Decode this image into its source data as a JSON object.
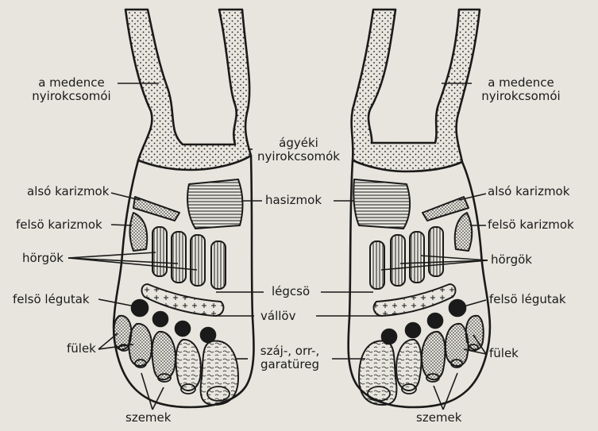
{
  "labels": {
    "pelvis_left": "a medence nyirokcsomói",
    "pelvis_right": "a medence nyirokcsomói",
    "lumbar": "ágyéki nyirokcsomók",
    "lower_ribs_left": "alsó karizmok",
    "lower_ribs_right": "alsó karizmok",
    "abdominal": "hasizmok",
    "upper_ribs_left": "felsö karizmok",
    "upper_ribs_right": "felsö karizmok",
    "bronchi_left": "hörgök",
    "bronchi_right": "hörgök",
    "trachea": "légcsö",
    "upper_airways_left": "felsö légutak",
    "upper_airways_right": "felsö légutak",
    "shoulder": "vállöv",
    "ears_left": "fülek",
    "ears_right": "fülek",
    "mouth_nose": "száj-, orr-, garatüreg",
    "eyes_left": "szemek",
    "eyes_right": "szemek"
  },
  "colors": {
    "background": "#e7e5dd",
    "ink": "#1a1a1a"
  }
}
